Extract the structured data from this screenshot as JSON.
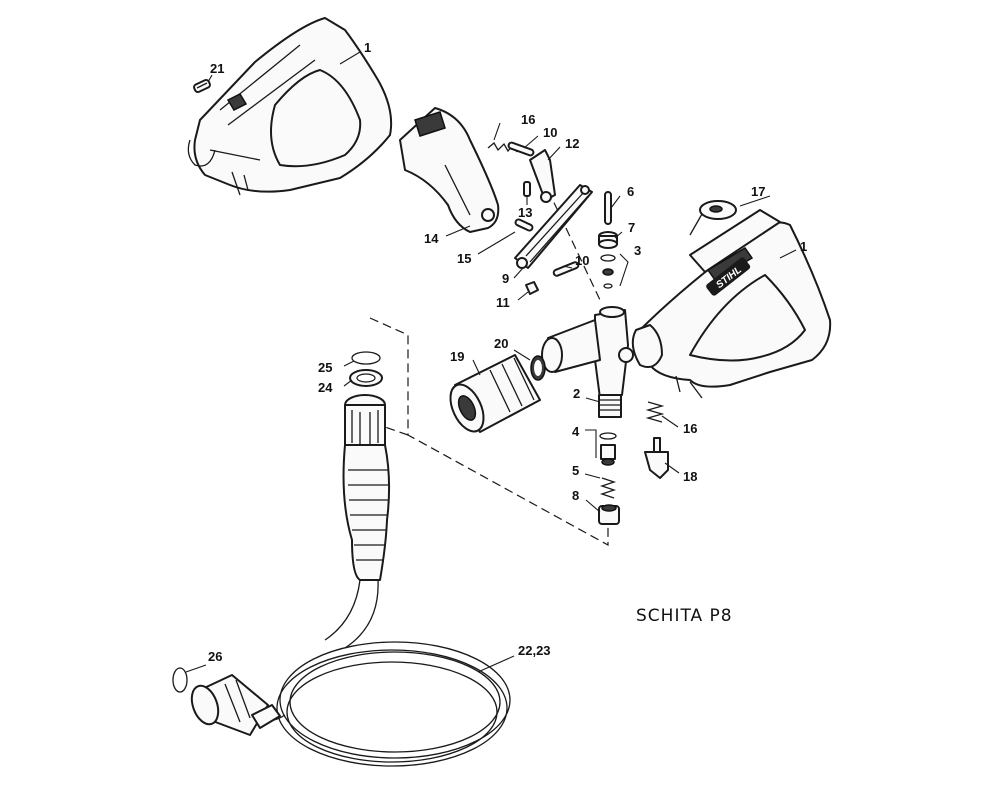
{
  "caption": "SCHITA P8",
  "brand_mark": "STIHL",
  "callouts": {
    "c21": "21",
    "c1_top": "1",
    "c16_top": "16",
    "c10_top": "10",
    "c12": "12",
    "c13": "13",
    "c14": "14",
    "c15": "15",
    "c6": "6",
    "c17": "17",
    "c1_right": "1",
    "c7": "7",
    "c3": "3",
    "c9": "9",
    "c10_mid": "10",
    "c11": "11",
    "c20": "20",
    "c19": "19",
    "c25": "25",
    "c24": "24",
    "c2": "2",
    "c4": "4",
    "c16_right": "16",
    "c18": "18",
    "c5": "5",
    "c8": "8",
    "c26": "26",
    "c22_23": "22,23"
  }
}
